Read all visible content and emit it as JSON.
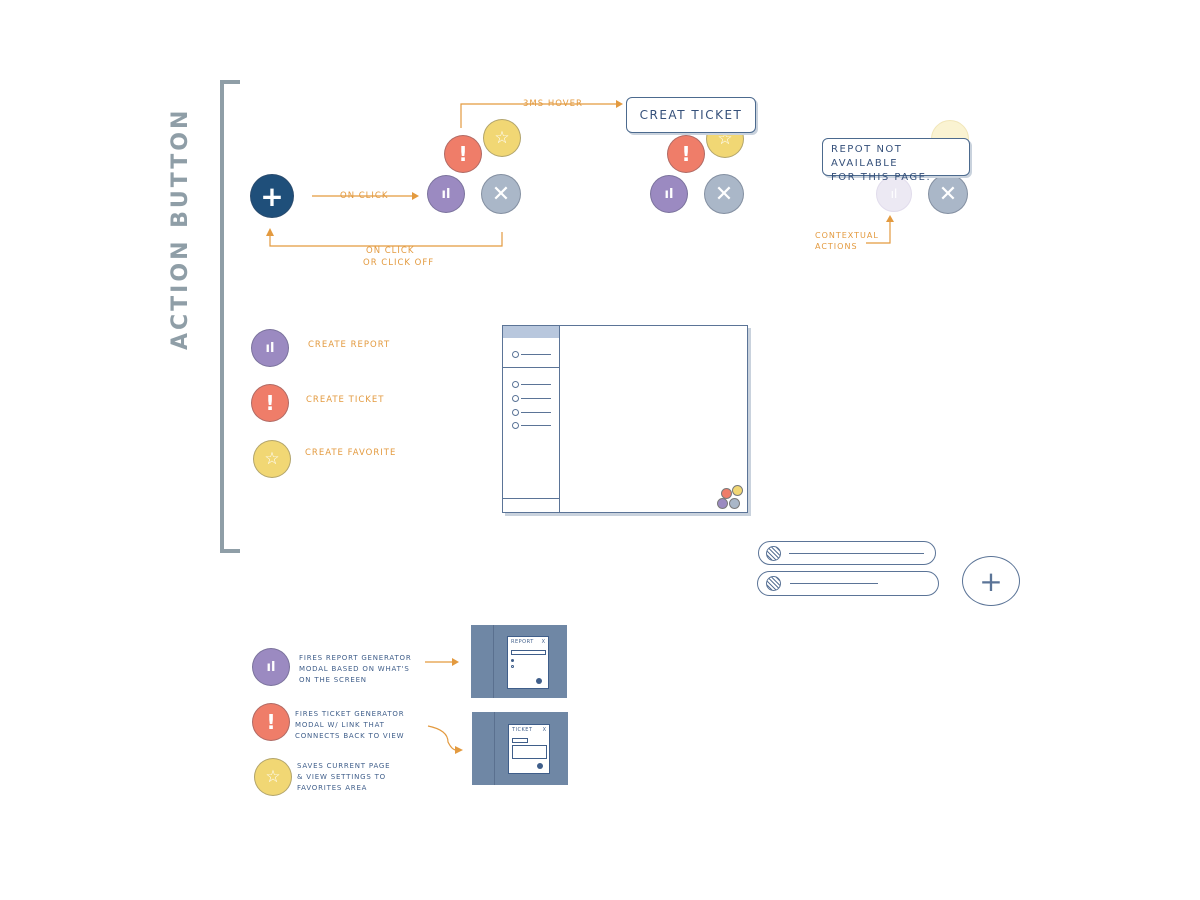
{
  "title": "ACTION BUTTON",
  "flow": {
    "on_click": "ON CLICK",
    "on_click_back_line1": "ON CLICK",
    "on_click_back_line2": "OR CLICK OFF",
    "hover": "3MS HOVER",
    "tooltip_create": "CREAT TICKET",
    "tooltip_unavailable_line1": "REPOT NOT AVAILABLE",
    "tooltip_unavailable_line2": "FOR THIS PAGE.",
    "contextual_line1": "CONTEXTUAL",
    "contextual_line2": "ACTIONS"
  },
  "legend": [
    {
      "icon": "bar-chart-icon",
      "label": "CREATE REPORT",
      "color": "#9b8ac1"
    },
    {
      "icon": "exclamation-icon",
      "label": "CREATE TICKET",
      "color": "#ef7d69"
    },
    {
      "icon": "star-icon",
      "label": "CREATE FAVORITE",
      "color": "#f1d774"
    }
  ],
  "descriptions": [
    {
      "icon": "bar-chart-icon",
      "lines": [
        "FIRES REPORT GENERATOR",
        "MODAL BASED ON WHAT'S",
        "ON THE SCREEN"
      ]
    },
    {
      "icon": "exclamation-icon",
      "lines": [
        "FIRES TICKET GENERATOR",
        "MODAL W/ LINK THAT",
        "CONNECTS BACK TO VIEW"
      ]
    },
    {
      "icon": "star-icon",
      "lines": [
        "SAVES CURRENT PAGE",
        "& VIEW SETTINGS TO",
        "FAVORITES AREA"
      ]
    }
  ],
  "modals": {
    "report_title": "REPORT",
    "ticket_title": "TICKET",
    "close": "X"
  },
  "colors": {
    "plus": "#1f4f7a",
    "report": "#9b8ac1",
    "ticket": "#ef7d69",
    "favorite": "#f1d774",
    "close": "#aab7c8",
    "accent_line": "#e39a3f",
    "ink": "#4c6a8e"
  }
}
